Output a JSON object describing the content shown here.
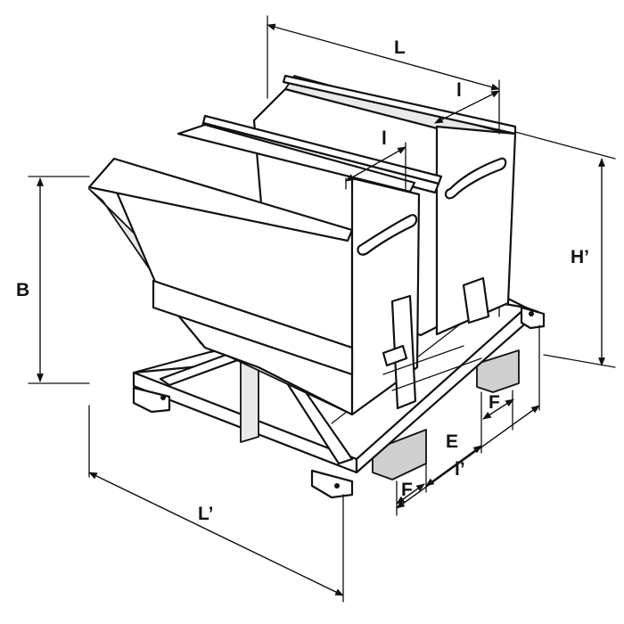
{
  "labels": {
    "L": "L",
    "l_top_right": "l",
    "l_top_mid": "l",
    "B": "B",
    "H_prime": "H’",
    "L_prime": "L’",
    "l_prime": "l’",
    "E": "E",
    "F_right": "F",
    "F_left": "F"
  }
}
